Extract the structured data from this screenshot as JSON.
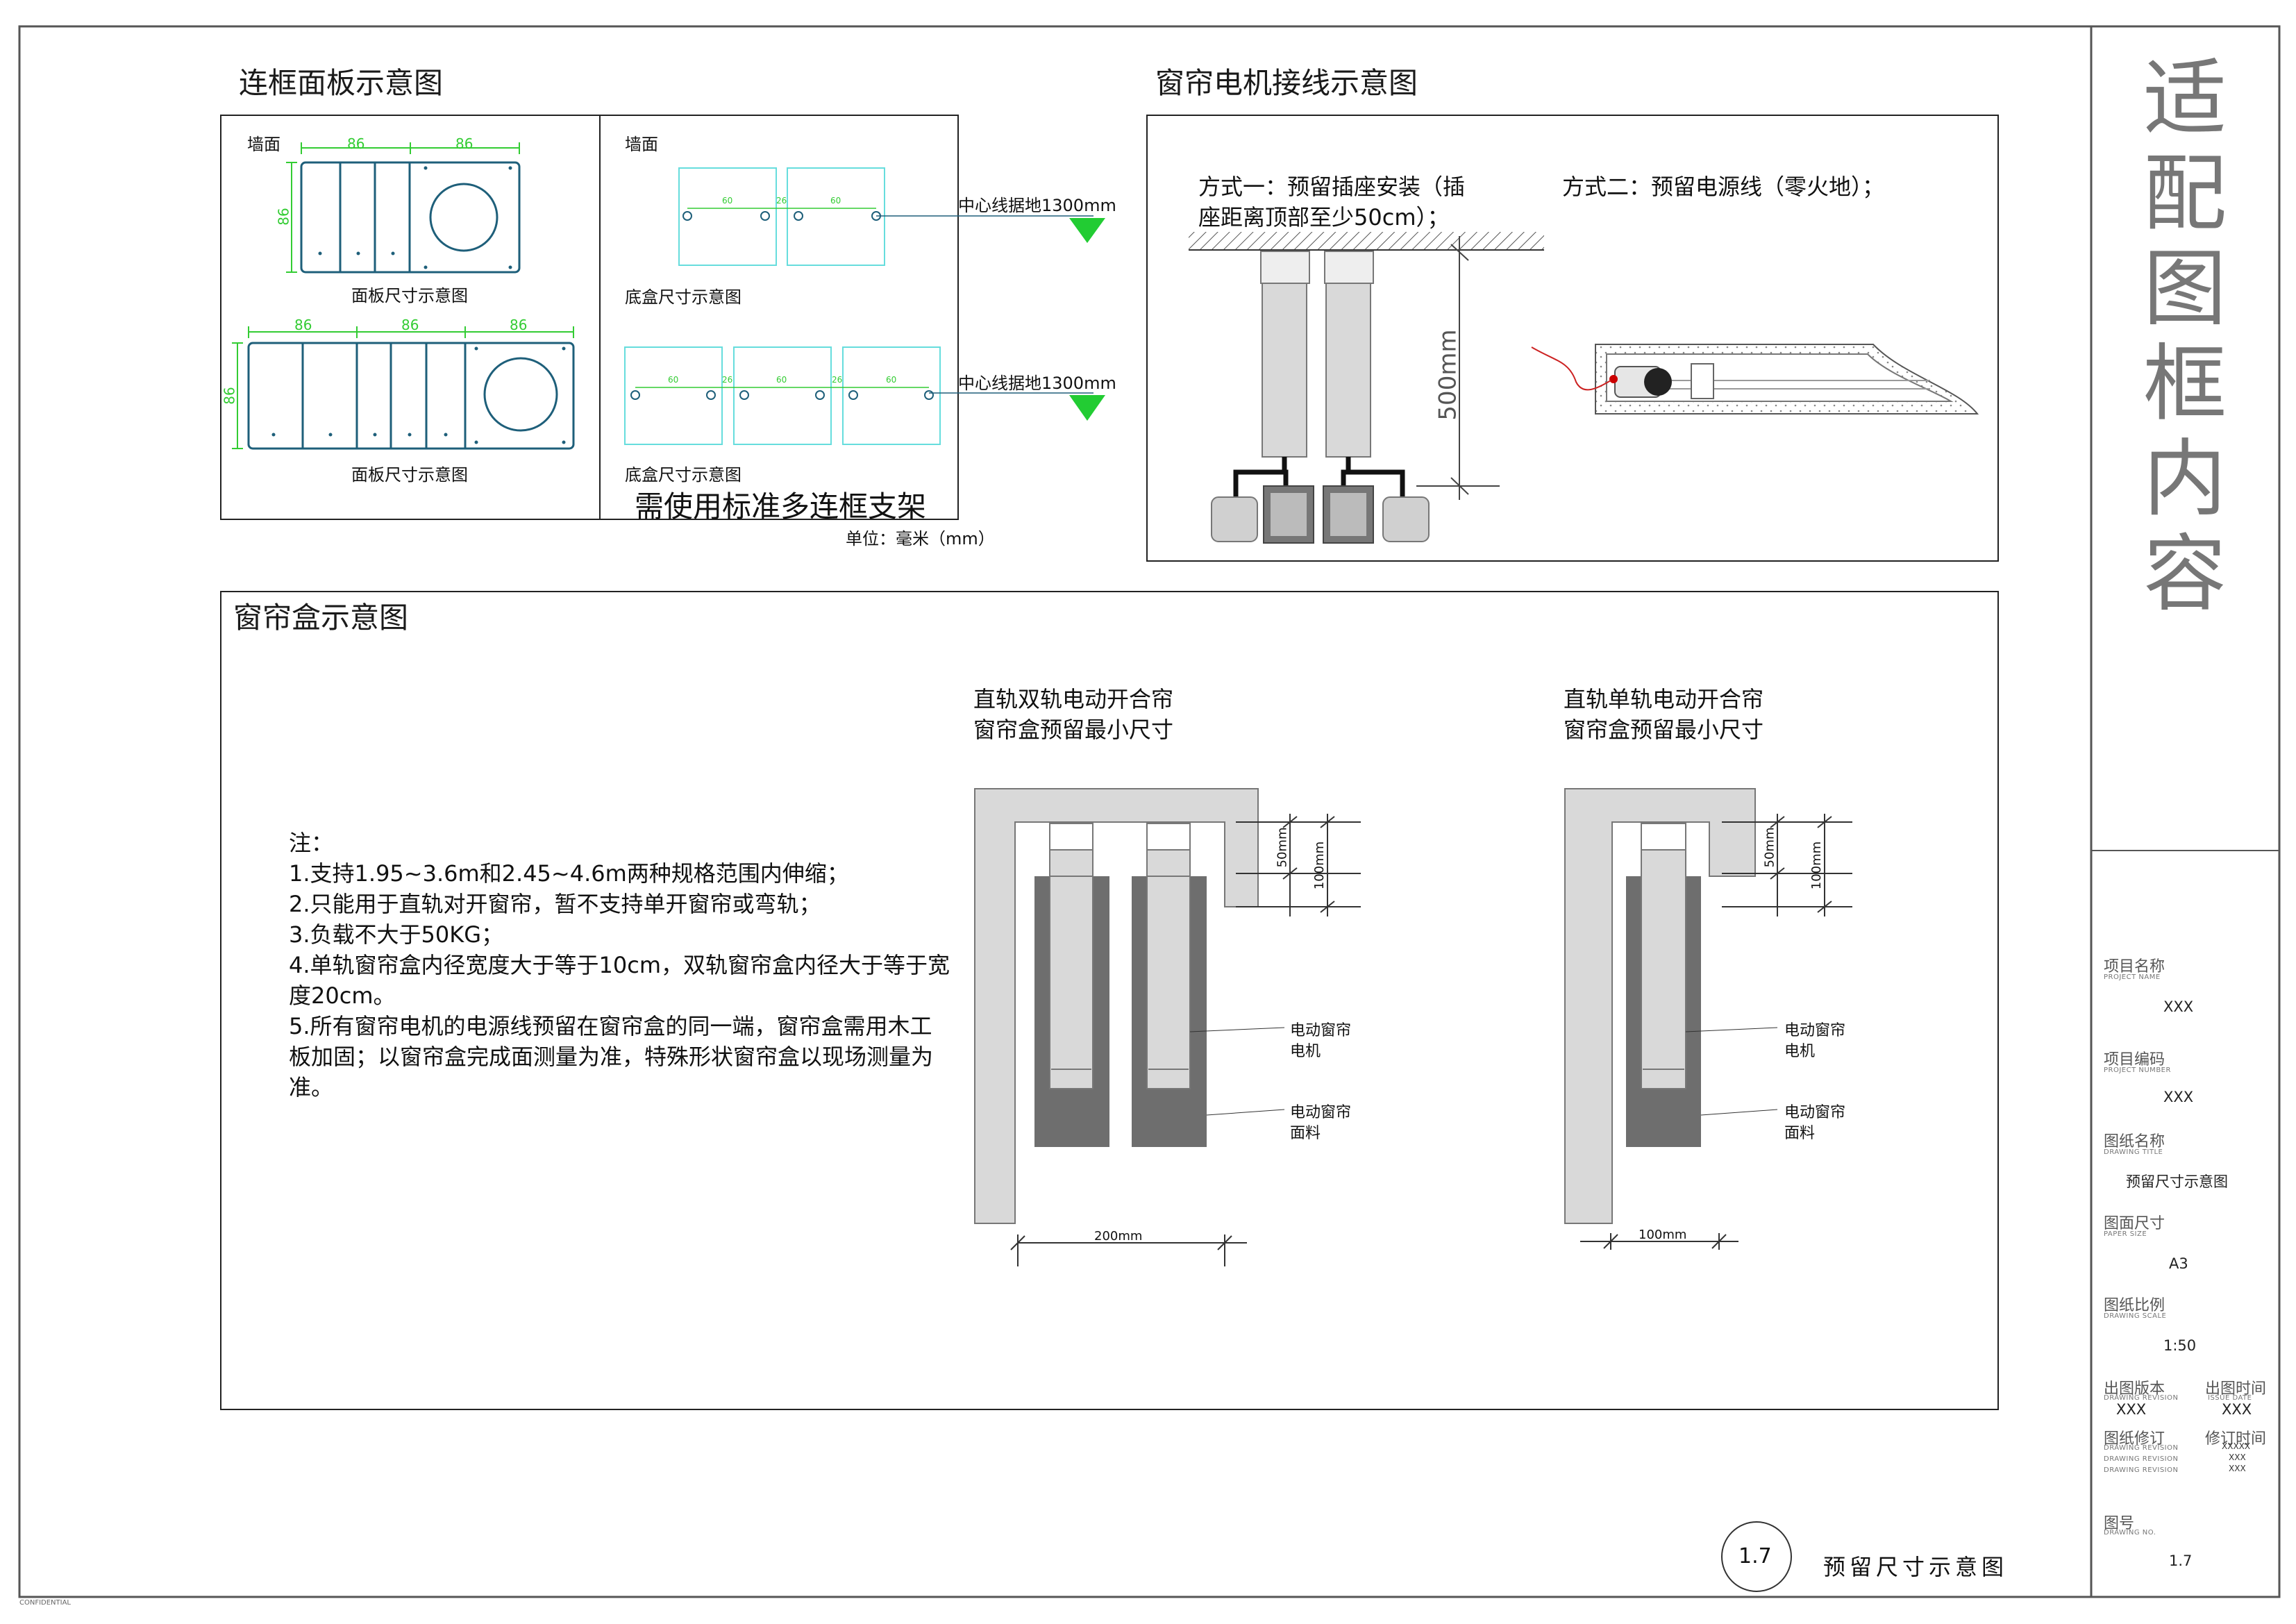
{
  "panels": {
    "panel_frame": {
      "title": "连框面板示意图",
      "wall_left": "墙面",
      "wall_right": "墙面",
      "dim_86": "86",
      "panel_caption_1": "面板尺寸示意图",
      "panel_caption_2": "面板尺寸示意图",
      "box_caption_1": "底盒尺寸示意图",
      "box_caption_2": "底盒尺寸示意图",
      "dim_60": "60",
      "dim_26": "26",
      "center_line_1": "中心线据地1300mm",
      "center_line_2": "中心线据地1300mm",
      "bracket_note": "需使用标准多连框支架",
      "unit": "单位：毫米（mm）"
    },
    "motor_wiring": {
      "title": "窗帘电机接线示意图",
      "method1_line1": "方式一：预留插座安装（插",
      "method1_line2": "座距离顶部至少50cm）；",
      "method2": "方式二：预留电源线（零火地）；",
      "dim_500": "500mm"
    },
    "curtain_box": {
      "title": "窗帘盒示意图",
      "notes": [
        "注：",
        "1.支持1.95~3.6m和2.45~4.6m两种规格范围内伸缩；",
        "2.只能用于直轨对开窗帘，暂不支持单开窗帘或弯轨；",
        "3.负载不大于50KG；",
        "4.单轨窗帘盒内径宽度大于等于10cm，双轨窗帘盒内径大于等于宽",
        "度20cm。",
        "5.所有窗帘电机的电源线预留在窗帘盒的同一端，窗帘盒需用木工",
        "板加固；以窗帘盒完成面测量为准，特殊形状窗帘盒以现场测量为",
        "准。"
      ],
      "double_title_1": "直轨双轨电动开合帘",
      "double_title_2": "窗帘盒预留最小尺寸",
      "single_title_1": "直轨单轨电动开合帘",
      "single_title_2": "窗帘盒预留最小尺寸",
      "dim_50": "50mm",
      "dim_100": "100mm",
      "dim_200": "200mm",
      "dim_100w": "100mm",
      "motor_label_1": "电动窗帘",
      "motor_label_2": "电机",
      "fabric_label_1": "电动窗帘",
      "fabric_label_2": "面料"
    }
  },
  "footer": {
    "sheet_no": "1.7",
    "sheet_title": "预留尺寸示意图",
    "confidential": "CONFIDENTIAL"
  },
  "title_block": {
    "side_title": [
      "适",
      "配",
      "图",
      "框",
      "内",
      "容"
    ],
    "project_name_cn": "项目名称",
    "project_name_en": "PROJECT NAME",
    "project_name_val": "XXX",
    "project_number_cn": "项目编码",
    "project_number_en": "PROJECT NUMBER",
    "project_number_val": "XXX",
    "drawing_title_cn": "图纸名称",
    "drawing_title_en": "DRAWING TITLE",
    "drawing_title_val": "预留尺寸示意图",
    "paper_size_cn": "图面尺寸",
    "paper_size_en": "PAPER SIZE",
    "paper_size_val": "A3",
    "scale_cn": "图纸比例",
    "scale_en": "DRAWING SCALE",
    "scale_val": "1:50",
    "revision_cn": "出图版本",
    "revision_en": "DRAWING REVISION",
    "revision_val": "XXX",
    "issue_date_cn": "出图时间",
    "issue_date_en": "ISSUE DATE",
    "issue_date_val": "XXX",
    "modify_cn": "图纸修订",
    "modify_en_1": "DRAWING REVISION",
    "modify_en_2": "DRAWING REVISION",
    "modify_en_3": "DRAWING REVISION",
    "modify_time_cn": "修订时间",
    "modify_val_1": "XXXXX",
    "modify_val_2": "XXX",
    "modify_val_3": "XXX",
    "drawing_no_cn": "图号",
    "drawing_no_en": "DRAWING NO.",
    "drawing_no_val": "1.7"
  },
  "colors": {
    "cad_green": "#33cc33",
    "cad_teal": "#1e5f7a",
    "cad_cyan": "#66dddd",
    "box_gray": "#d9d9d9",
    "fabric_gray": "#6e6e6e"
  }
}
